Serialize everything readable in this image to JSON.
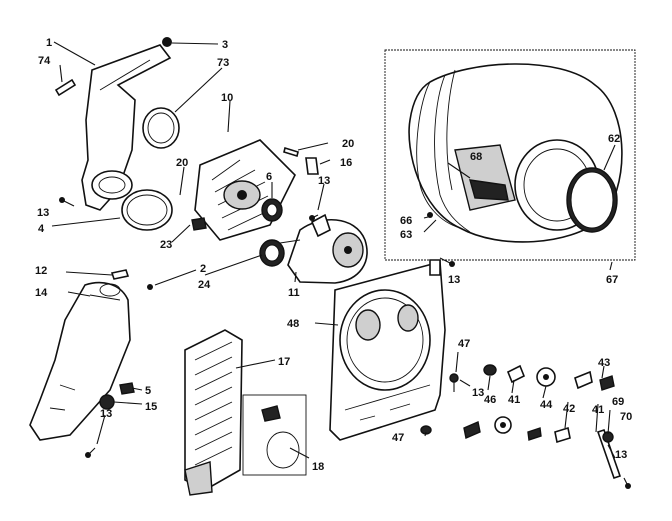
{
  "callouts": [
    {
      "id": "c1",
      "text": "1"
    },
    {
      "id": "c74",
      "text": "74"
    },
    {
      "id": "c3",
      "text": "3"
    },
    {
      "id": "c73",
      "text": "73"
    },
    {
      "id": "c10",
      "text": "10"
    },
    {
      "id": "c20a",
      "text": "20"
    },
    {
      "id": "c20b",
      "text": "20"
    },
    {
      "id": "c16",
      "text": "16"
    },
    {
      "id": "c6",
      "text": "6"
    },
    {
      "id": "c13a",
      "text": "13"
    },
    {
      "id": "c13b",
      "text": "13"
    },
    {
      "id": "c13c",
      "text": "13"
    },
    {
      "id": "c13d",
      "text": "13"
    },
    {
      "id": "c13e",
      "text": "13"
    },
    {
      "id": "c13f",
      "text": "13"
    },
    {
      "id": "c4",
      "text": "4"
    },
    {
      "id": "c23",
      "text": "23"
    },
    {
      "id": "c12",
      "text": "12"
    },
    {
      "id": "c2",
      "text": "2"
    },
    {
      "id": "c24",
      "text": "24"
    },
    {
      "id": "c14",
      "text": "14"
    },
    {
      "id": "c11",
      "text": "11"
    },
    {
      "id": "c48",
      "text": "48"
    },
    {
      "id": "c17",
      "text": "17"
    },
    {
      "id": "c5",
      "text": "5"
    },
    {
      "id": "c15",
      "text": "15"
    },
    {
      "id": "c18",
      "text": "18"
    },
    {
      "id": "c68",
      "text": "68"
    },
    {
      "id": "c62",
      "text": "62"
    },
    {
      "id": "c66",
      "text": "66"
    },
    {
      "id": "c63",
      "text": "63"
    },
    {
      "id": "c67",
      "text": "67"
    },
    {
      "id": "c47a",
      "text": "47"
    },
    {
      "id": "c47b",
      "text": "47"
    },
    {
      "id": "c46",
      "text": "46"
    },
    {
      "id": "c41a",
      "text": "41"
    },
    {
      "id": "c41b",
      "text": "41"
    },
    {
      "id": "c44",
      "text": "44"
    },
    {
      "id": "c42",
      "text": "42"
    },
    {
      "id": "c43",
      "text": "43"
    },
    {
      "id": "c69",
      "text": "69"
    },
    {
      "id": "c70",
      "text": "70"
    }
  ]
}
